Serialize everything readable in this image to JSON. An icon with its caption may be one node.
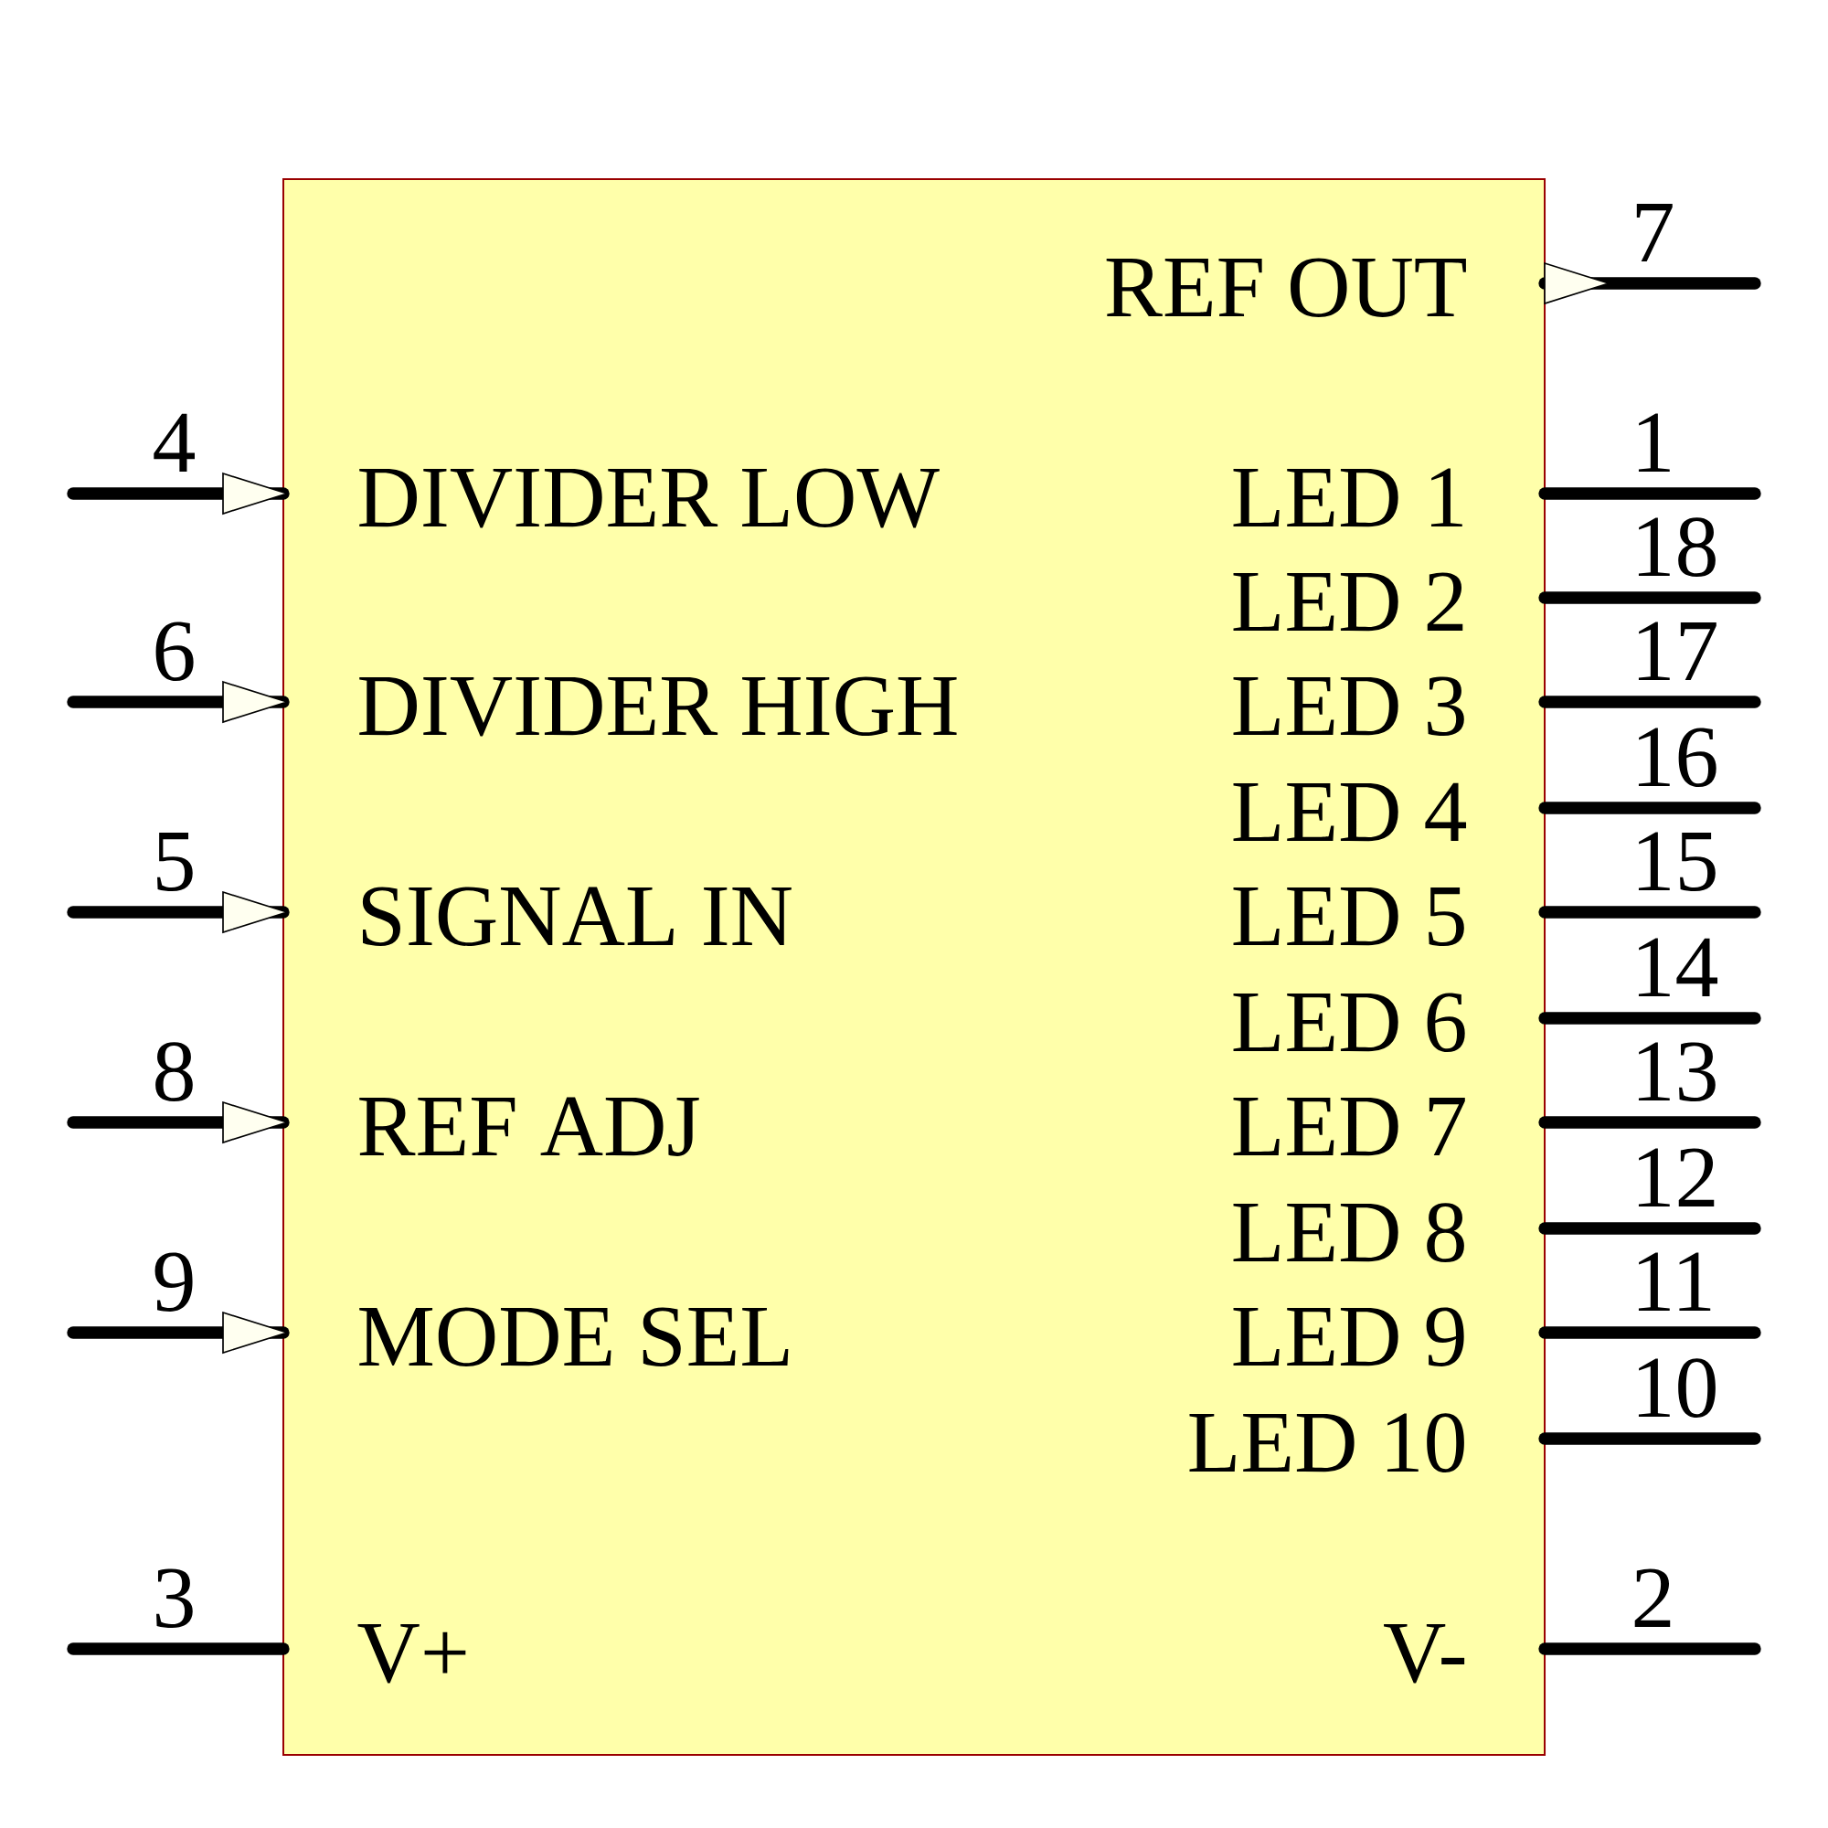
{
  "diagram": {
    "nodes": [
      {
        "text": [],
        "shape": "box"
      }
    ],
    "labels": [
      "7",
      "REF OUT",
      "4",
      "DIVIDER LOW",
      "1",
      "LED 1",
      "18",
      "LED 2",
      "6",
      "DIVIDER HIGH",
      "17",
      "LED 3",
      "16",
      "LED 4",
      "5",
      "SIGNAL IN",
      "15",
      "LED 5",
      "14",
      "LED 6",
      "8",
      "REF ADJ",
      "13",
      "LED 7",
      "12",
      "LED 8",
      "9",
      "MODE SEL",
      "11",
      "LED 9",
      "10",
      "LED 10",
      "3",
      "V+",
      "2",
      "V-"
    ]
  }
}
